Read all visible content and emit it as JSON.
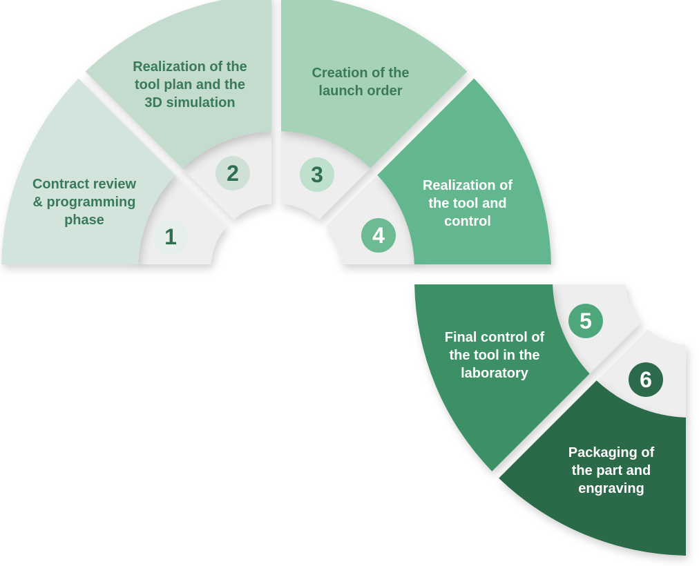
{
  "steps": [
    {
      "number": "1",
      "lines": [
        "Contract review",
        "& programming",
        "phase"
      ],
      "fill": "#d3e4dc",
      "text_color": "#3a7a5a",
      "circle_fill": "#e6efe9",
      "number_color": "#2f6e4f"
    },
    {
      "number": "2",
      "lines": [
        "Realization of the",
        "tool plan and the",
        "3D simulation"
      ],
      "fill": "#c3dccd",
      "text_color": "#3a7a5a",
      "circle_fill": "#cfe0d6",
      "number_color": "#2f6e4f"
    },
    {
      "number": "3",
      "lines": [
        "Creation of the",
        "launch order"
      ],
      "fill": "#a6d3b8",
      "text_color": "#3a7a5a",
      "circle_fill": "#bfe0cc",
      "number_color": "#2f6e4f"
    },
    {
      "number": "4",
      "lines": [
        "Realization of",
        "the tool and",
        "control"
      ],
      "fill": "#64b78e",
      "text_color": "#ffffff",
      "circle_fill": "#6dbb93",
      "number_color": "#ffffff"
    },
    {
      "number": "5",
      "lines": [
        "Final control of",
        "the tool in the",
        "laboratory"
      ],
      "fill": "#3d8f66",
      "text_color": "#ffffff",
      "circle_fill": "#4ea77a",
      "number_color": "#ffffff"
    },
    {
      "number": "6",
      "lines": [
        "Packaging of",
        "the part and",
        "engraving"
      ],
      "fill": "#2a6a4a",
      "text_color": "#ffffff",
      "circle_fill": "#2c6a4b",
      "number_color": "#ffffff"
    }
  ],
  "ring_color": "#eeeeee"
}
